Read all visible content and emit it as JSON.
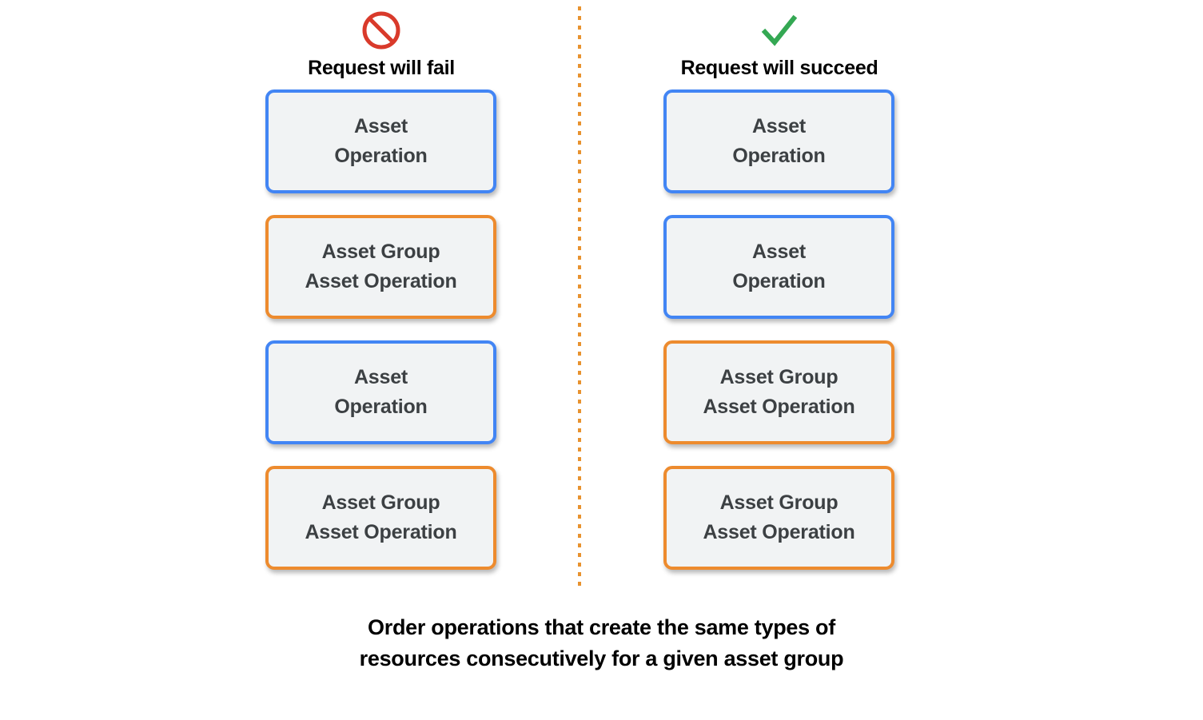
{
  "colors": {
    "blue_border": "#4285f4",
    "orange_border": "#ed8b2e",
    "card_fill": "#f1f3f4",
    "card_text": "#3c4043",
    "fail_icon": "#d93a2b",
    "succeed_icon": "#34a853",
    "divider": "#e8922e",
    "background": "#ffffff"
  },
  "columns": [
    {
      "key": "fail",
      "icon": "prohibition-icon",
      "title": "Request will fail",
      "cards": [
        {
          "type": "blue",
          "label": "Asset\nOperation"
        },
        {
          "type": "orange",
          "label": "Asset Group\nAsset Operation"
        },
        {
          "type": "blue",
          "label": "Asset\nOperation"
        },
        {
          "type": "orange",
          "label": "Asset Group\nAsset Operation"
        }
      ]
    },
    {
      "key": "succeed",
      "icon": "checkmark-icon",
      "title": "Request will succeed",
      "cards": [
        {
          "type": "blue",
          "label": "Asset\nOperation"
        },
        {
          "type": "blue",
          "label": "Asset\nOperation"
        },
        {
          "type": "orange",
          "label": "Asset Group\nAsset Operation"
        },
        {
          "type": "orange",
          "label": "Asset Group\nAsset Operation"
        }
      ]
    }
  ],
  "caption": "Order operations that create the same types of\nresources consecutively for a given asset group"
}
